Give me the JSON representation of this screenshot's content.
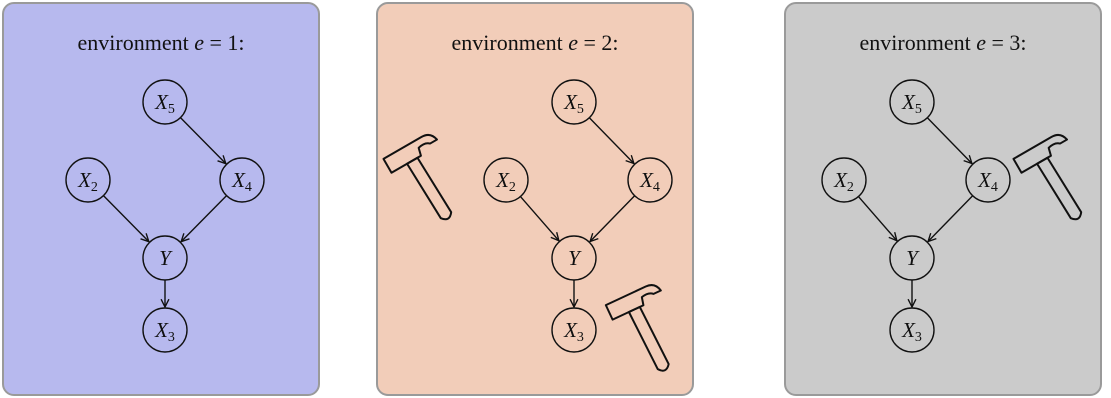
{
  "panels": [
    {
      "id": "e1",
      "title_prefix": "environment",
      "title_var": "e",
      "title_suffix": "= 1:",
      "background": "#b7b9ee",
      "intervened": []
    },
    {
      "id": "e2",
      "title_prefix": "environment",
      "title_var": "e",
      "title_suffix": "= 2:",
      "background": "#f2cdb9",
      "intervened": [
        "X2",
        "X3"
      ]
    },
    {
      "id": "e3",
      "title_prefix": "environment",
      "title_var": "e",
      "title_suffix": "= 3:",
      "background": "#cbcbcb",
      "intervened": [
        "X4"
      ]
    }
  ],
  "nodes": [
    {
      "id": "X5",
      "name": "X",
      "sub": "5"
    },
    {
      "id": "X2",
      "name": "X",
      "sub": "2"
    },
    {
      "id": "X4",
      "name": "X",
      "sub": "4"
    },
    {
      "id": "Y",
      "name": "Y",
      "sub": ""
    },
    {
      "id": "X3",
      "name": "X",
      "sub": "3"
    }
  ],
  "edges": [
    {
      "from": "X5",
      "to": "X4"
    },
    {
      "from": "X2",
      "to": "Y"
    },
    {
      "from": "X4",
      "to": "Y"
    },
    {
      "from": "Y",
      "to": "X3"
    }
  ],
  "intervention_icon": "hammer-icon",
  "colors": {
    "border": "#9a9a9a",
    "stroke": "#111111"
  }
}
